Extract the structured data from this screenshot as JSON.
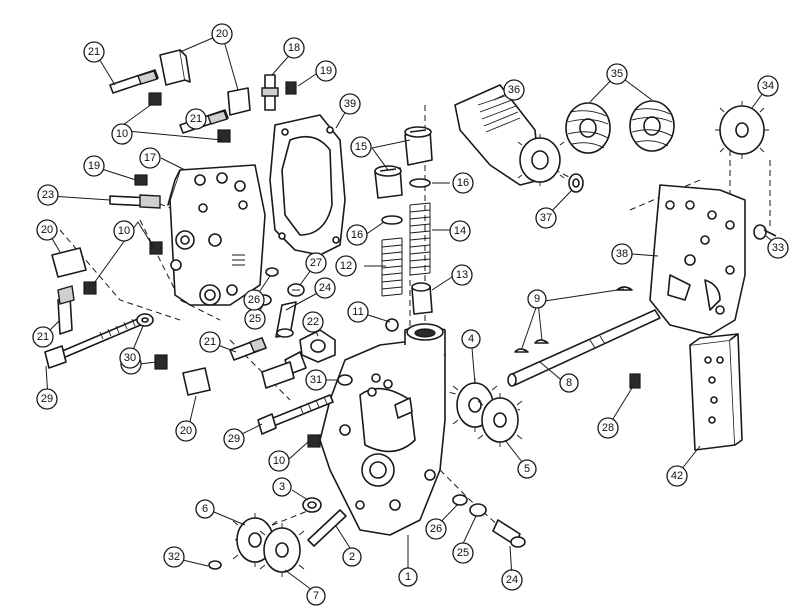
{
  "callouts": [
    {
      "id": "c1",
      "label": "1"
    },
    {
      "id": "c2",
      "label": "2"
    },
    {
      "id": "c3",
      "label": "3"
    },
    {
      "id": "c4",
      "label": "4"
    },
    {
      "id": "c5",
      "label": "5"
    },
    {
      "id": "c6",
      "label": "6"
    },
    {
      "id": "c7",
      "label": "7"
    },
    {
      "id": "c8",
      "label": "8"
    },
    {
      "id": "c9",
      "label": "9"
    },
    {
      "id": "c10a",
      "label": "10"
    },
    {
      "id": "c10b",
      "label": "10"
    },
    {
      "id": "c10c",
      "label": "10"
    },
    {
      "id": "c10d",
      "label": "10"
    },
    {
      "id": "c11",
      "label": "11"
    },
    {
      "id": "c12",
      "label": "12"
    },
    {
      "id": "c13",
      "label": "13"
    },
    {
      "id": "c14",
      "label": "14"
    },
    {
      "id": "c15",
      "label": "15"
    },
    {
      "id": "c16a",
      "label": "16"
    },
    {
      "id": "c16b",
      "label": "16"
    },
    {
      "id": "c17",
      "label": "17"
    },
    {
      "id": "c18",
      "label": "18"
    },
    {
      "id": "c19a",
      "label": "19"
    },
    {
      "id": "c19b",
      "label": "19"
    },
    {
      "id": "c20a",
      "label": "20"
    },
    {
      "id": "c20b",
      "label": "20"
    },
    {
      "id": "c20c",
      "label": "20"
    },
    {
      "id": "c21a",
      "label": "21"
    },
    {
      "id": "c21b",
      "label": "21"
    },
    {
      "id": "c21c",
      "label": "21"
    },
    {
      "id": "c21d",
      "label": "21"
    },
    {
      "id": "c22",
      "label": "22"
    },
    {
      "id": "c23",
      "label": "23"
    },
    {
      "id": "c24a",
      "label": "24"
    },
    {
      "id": "c24b",
      "label": "24"
    },
    {
      "id": "c25a",
      "label": "25"
    },
    {
      "id": "c25b",
      "label": "25"
    },
    {
      "id": "c26a",
      "label": "26"
    },
    {
      "id": "c26b",
      "label": "26"
    },
    {
      "id": "c27",
      "label": "27"
    },
    {
      "id": "c28",
      "label": "28"
    },
    {
      "id": "c29a",
      "label": "29"
    },
    {
      "id": "c29b",
      "label": "29"
    },
    {
      "id": "c30",
      "label": "30"
    },
    {
      "id": "c31",
      "label": "31"
    },
    {
      "id": "c32",
      "label": "32"
    },
    {
      "id": "c33",
      "label": "33"
    },
    {
      "id": "c34",
      "label": "34"
    },
    {
      "id": "c35",
      "label": "35"
    },
    {
      "id": "c36",
      "label": "36"
    },
    {
      "id": "c37",
      "label": "37"
    },
    {
      "id": "c38",
      "label": "38"
    },
    {
      "id": "c39",
      "label": "39"
    },
    {
      "id": "c42",
      "label": "42"
    }
  ],
  "colors": {
    "line": "#1a1a1a",
    "paper": "#ffffff",
    "metal": "#cfcfcf",
    "dark": "#2a2a2a"
  }
}
